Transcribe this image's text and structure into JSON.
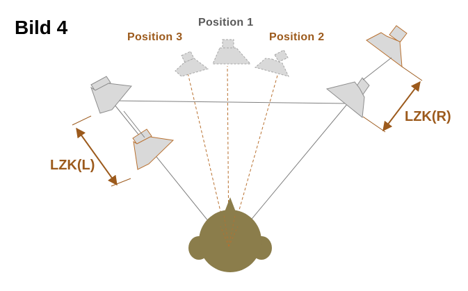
{
  "figure": {
    "title": "Bild 4",
    "labels": {
      "position_1": "Position  1",
      "position_2": "Position  2",
      "position_3": "Position  3",
      "lzk_left": "LZK(L)",
      "lzk_right": "LZK(R)"
    }
  },
  "colors": {
    "speaker_fill": "#d9d9d9",
    "speaker_stroke": "#8c8c8c",
    "virtual_speaker_stroke": "#a6a6a6",
    "delayed_speaker_stroke": "#b8702f",
    "listener_head": "#8b7d4b",
    "accent": "#9c5a1c",
    "neutral_label": "#595959",
    "line": "#7f7f7f"
  },
  "icons": {
    "real_speaker": "loudspeaker-icon",
    "delayed_speaker": "loudspeaker-delayed-icon",
    "virtual_speaker": "loudspeaker-virtual-icon",
    "listener": "listener-head-icon"
  }
}
